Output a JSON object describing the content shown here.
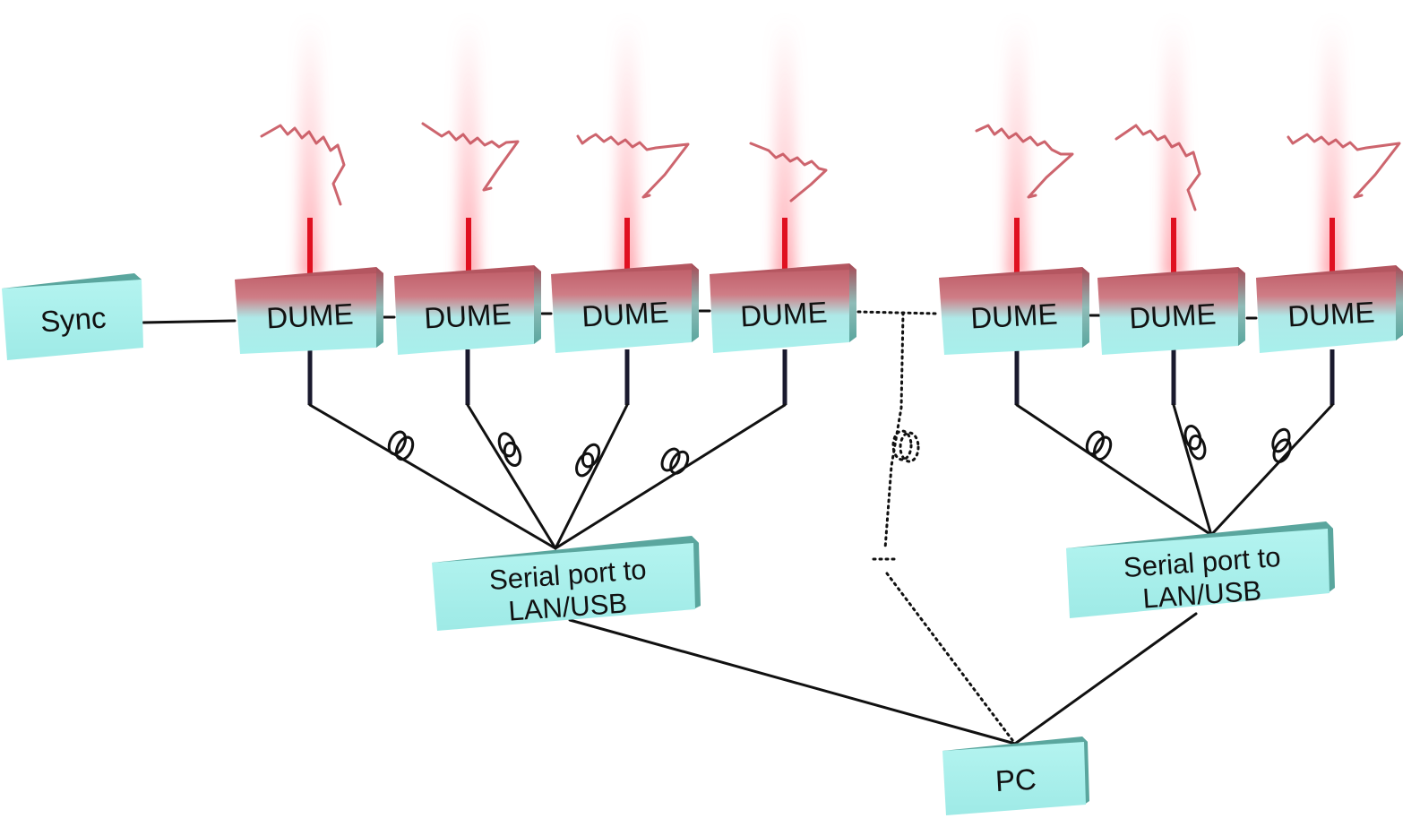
{
  "diagram": {
    "sync_label": "Sync",
    "dume_label": "DUME",
    "serial_left_line1": "Serial port to",
    "serial_left_line2": "LAN/USB",
    "serial_right_line1": "Serial port to",
    "serial_right_line2": "LAN/USB",
    "pc_label": "PC",
    "colors": {
      "box_face": "#a8f0ec",
      "box_side": "#5aa69e",
      "dume_top": "#c0606a",
      "laser": "#e01020",
      "wave": "#c44a55",
      "wire": "#111111"
    }
  }
}
